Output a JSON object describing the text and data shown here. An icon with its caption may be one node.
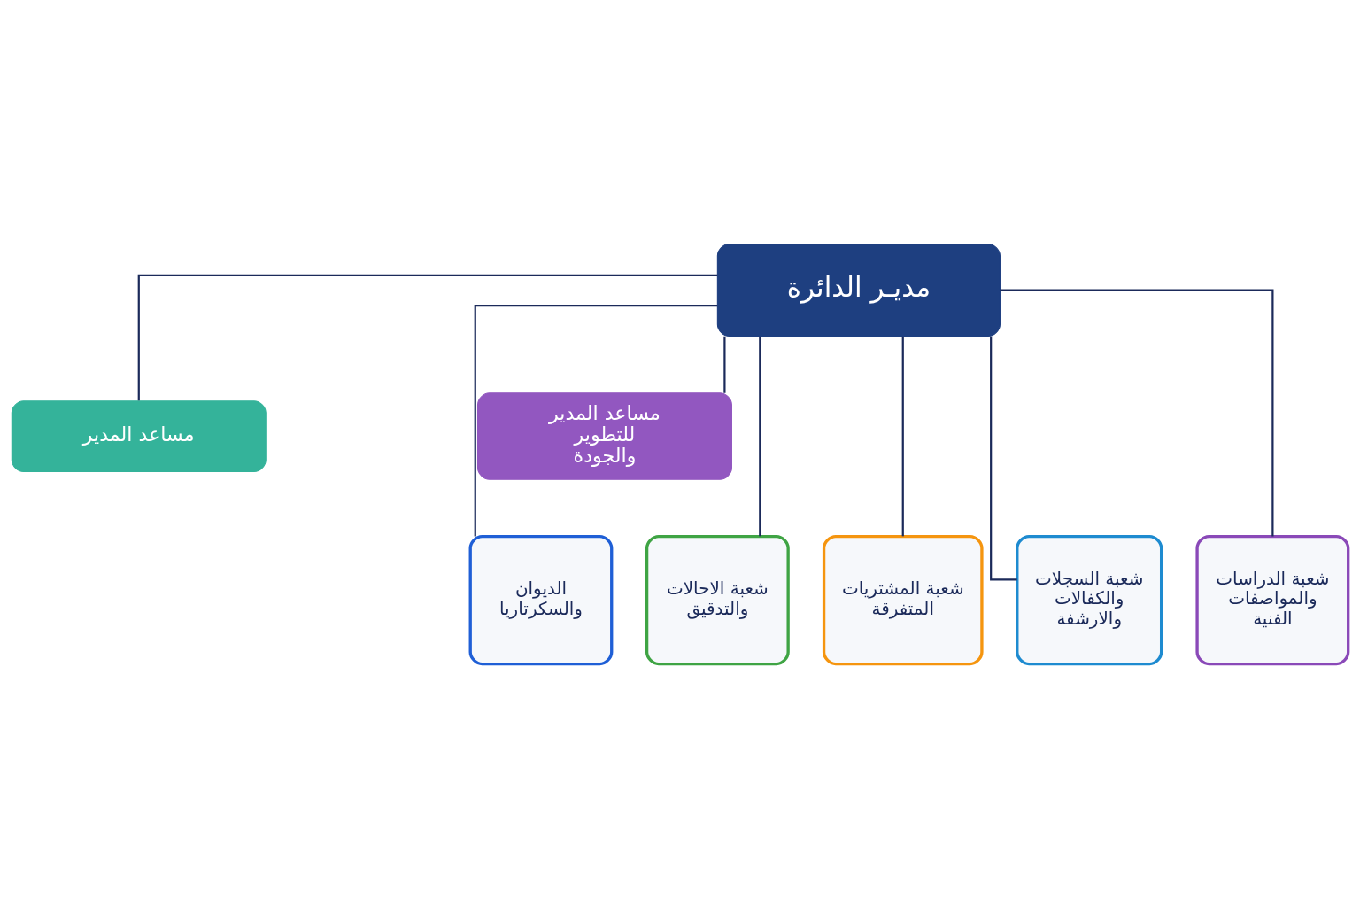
{
  "diagram": {
    "nodes": [
      {
        "text": [
          "مديـر الدائرة"
        ]
      },
      {
        "text": [
          "مساعد المدير"
        ]
      },
      {
        "text": [
          "مساعد المدير للتطوير والجودة"
        ]
      },
      {
        "text": [
          "الديوان والسكرتاريا"
        ]
      },
      {
        "text": [
          "شعبة الاحالات والتدقيق"
        ]
      },
      {
        "text": [
          "شعبة المشتريات المتفرقة"
        ]
      },
      {
        "text": [
          "شعبة السجلات والكفالات والارشفة"
        ]
      },
      {
        "text": [
          "شعبة الدراسات والمواصفات الفنية"
        ]
      }
    ],
    "edges": [
      {
        "from": 0,
        "to": 1,
        "arrow": "none"
      },
      {
        "from": 0,
        "to": 2,
        "arrow": "none"
      },
      {
        "from": 0,
        "to": 3,
        "arrow": "none"
      },
      {
        "from": 0,
        "to": 4,
        "arrow": "none"
      },
      {
        "from": 0,
        "to": 5,
        "arrow": "none"
      },
      {
        "from": 0,
        "to": 6,
        "arrow": "none"
      },
      {
        "from": 0,
        "to": 7,
        "arrow": "none"
      }
    ]
  }
}
